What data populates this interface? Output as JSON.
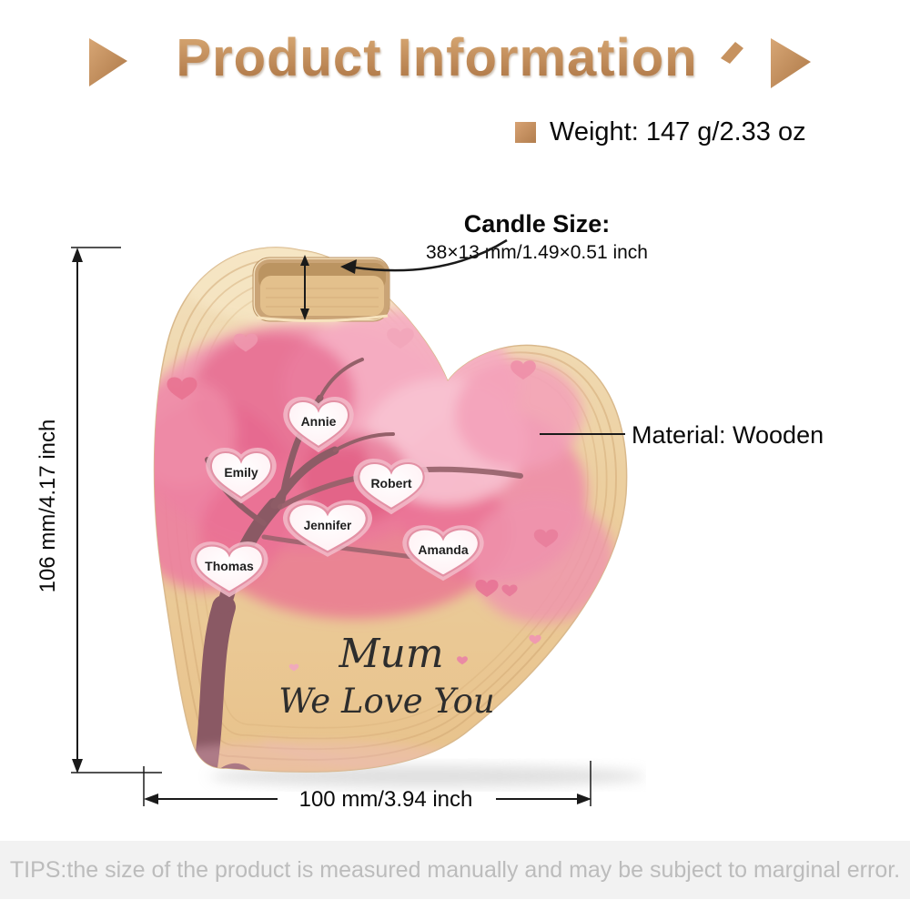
{
  "title": "Product Information",
  "weight": {
    "label": "Weight: 147 g/2.33 oz"
  },
  "candle": {
    "label": "Candle Size:",
    "value": "38×13 mm/1.49×0.51 inch"
  },
  "material": {
    "label": "Material: Wooden"
  },
  "dimensions": {
    "height": "106 mm/4.17 inch",
    "width": "100 mm/3.94 inch"
  },
  "product": {
    "names": [
      "Annie",
      "Emily",
      "Robert",
      "Jennifer",
      "Thomas",
      "Amanda"
    ],
    "message_line1": "Mum",
    "message_line2": "We Love You"
  },
  "tips": "TIPS:the size of the product is measured manually and may be subject to marginal error.",
  "colors": {
    "accent_wood": "#c28e5c",
    "wood_light": "#f2e0bd",
    "wood_dark": "#e7c28c",
    "tree_pink": "#ee8da9",
    "name_heart_border": "#e391a5",
    "tips_bg": "#f2f2f2",
    "tips_text": "#bcbcbc"
  }
}
